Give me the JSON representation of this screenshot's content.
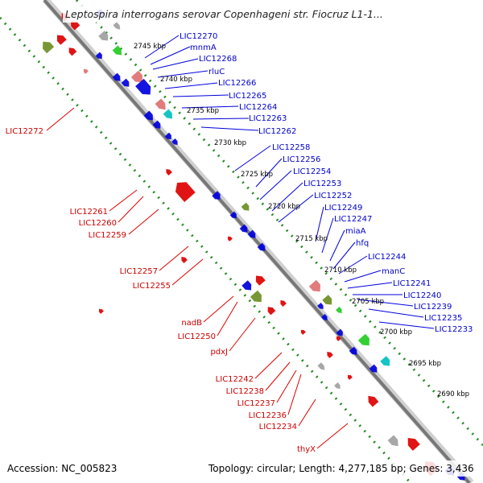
{
  "title": "Leptospira interrogans serovar Copenhageni str. Fiocruz L1-1...",
  "footer": {
    "accession": "Accession: NC_005823",
    "summary": "Topology: circular; Length: 4,277,185 bp; Genes: 3,436"
  },
  "colors": {
    "forward": "#0000dd",
    "reverse": "#dd0000",
    "rna": "#6b8e23",
    "cds_misc": "#e07070",
    "other": "#00c0c0",
    "green": "#22cc22",
    "gray": "#a0a0a0",
    "backbone": "#777777",
    "dots": "#228b22"
  },
  "kbp_labels": [
    "2745 kbp",
    "2740 kbp",
    "2735 kbp",
    "2730 kbp",
    "2725 kbp",
    "2720 kbp",
    "2715 kbp",
    "2710 kbp",
    "2705 kbp",
    "2700 kbp",
    "2695 kbp",
    "2690 kbp"
  ],
  "right_labels": [
    "LIC12270",
    "mnmA",
    "LIC12268",
    "rluC",
    "LIC12266",
    "LIC12265",
    "LIC12264",
    "LIC12263",
    "LIC12262",
    "LIC12258",
    "LIC12256",
    "LIC12254",
    "LIC12253",
    "LIC12252",
    "LIC12249",
    "LIC12247",
    "miaA",
    "hfq",
    "LIC12244",
    "manC",
    "LIC12241",
    "LIC12240",
    "LIC12239",
    "LIC12235",
    "LIC12233"
  ],
  "left_labels": [
    "LIC12272",
    "LIC12261",
    "LIC12260",
    "LIC12259",
    "LIC12257",
    "LIC12255",
    "nadB",
    "LIC12250",
    "pdxJ",
    "LIC12242",
    "LIC12238",
    "LIC12237",
    "LIC12236",
    "LIC12234",
    "thyX"
  ]
}
